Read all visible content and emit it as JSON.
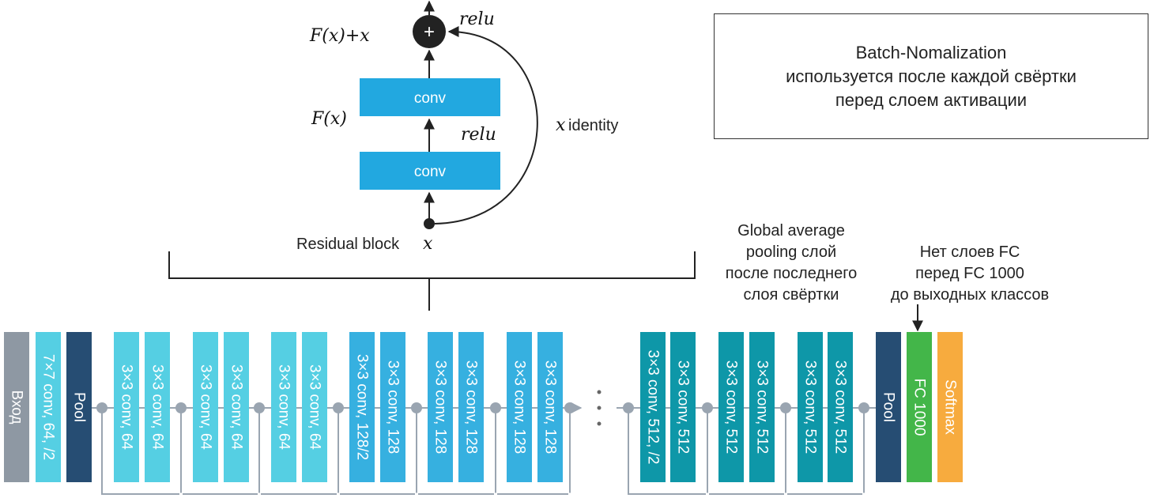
{
  "residual_block": {
    "title": "Residual block",
    "x_label": "x",
    "fx_label": "F(x)",
    "fx_plus_x_label": "F(x)+x",
    "relu_top": "relu",
    "relu_mid": "relu",
    "identity_var": "x",
    "identity_text": "identity",
    "conv_top": "conv",
    "conv_bottom": "conv",
    "plus_symbol": "+"
  },
  "note": {
    "lines": [
      "Batch-Nomalization",
      "используется после каждой свёртки",
      "перед слоем активации"
    ]
  },
  "annotations": {
    "gap": [
      "Global average",
      "pooling слой",
      "после последнего",
      "слоя свёртки"
    ],
    "fc": [
      "Нет слоев FC",
      "перед FC 1000",
      "до выходных классов"
    ]
  },
  "layers": [
    {
      "label": "Вход",
      "color": "#8e98a3",
      "text_color": "#ffffff"
    },
    {
      "label": "7×7 conv, 64, /2",
      "color": "#55cfe3",
      "text_color": "#ffffff"
    },
    {
      "label": "Pool",
      "color": "#264d73",
      "text_color": "#ffffff"
    },
    {
      "label": "3×3 conv, 64",
      "color": "#55cfe3",
      "text_color": "#ffffff"
    },
    {
      "label": "3×3 conv, 64",
      "color": "#55cfe3",
      "text_color": "#ffffff"
    },
    {
      "label": "3×3 conv, 64",
      "color": "#55cfe3",
      "text_color": "#ffffff"
    },
    {
      "label": "3×3 conv, 64",
      "color": "#55cfe3",
      "text_color": "#ffffff"
    },
    {
      "label": "3×3 conv, 64",
      "color": "#55cfe3",
      "text_color": "#ffffff"
    },
    {
      "label": "3×3 conv, 64",
      "color": "#55cfe3",
      "text_color": "#ffffff"
    },
    {
      "label": "3×3 conv, 128/2",
      "color": "#36b0e0",
      "text_color": "#ffffff"
    },
    {
      "label": "3×3 conv, 128",
      "color": "#36b0e0",
      "text_color": "#ffffff"
    },
    {
      "label": "3×3 conv, 128",
      "color": "#36b0e0",
      "text_color": "#ffffff"
    },
    {
      "label": "3×3 conv, 128",
      "color": "#36b0e0",
      "text_color": "#ffffff"
    },
    {
      "label": "3×3 conv, 128",
      "color": "#36b0e0",
      "text_color": "#ffffff"
    },
    {
      "label": "3×3 conv, 128",
      "color": "#36b0e0",
      "text_color": "#ffffff"
    },
    {
      "label": "3×3 conv, 512, /2",
      "color": "#0e97a8",
      "text_color": "#ffffff"
    },
    {
      "label": "3×3 conv, 512",
      "color": "#0e97a8",
      "text_color": "#ffffff"
    },
    {
      "label": "3×3 conv, 512",
      "color": "#0e97a8",
      "text_color": "#ffffff"
    },
    {
      "label": "3×3 conv, 512",
      "color": "#0e97a8",
      "text_color": "#ffffff"
    },
    {
      "label": "3×3 conv, 512",
      "color": "#0e97a8",
      "text_color": "#ffffff"
    },
    {
      "label": "3×3 conv, 512",
      "color": "#0e97a8",
      "text_color": "#ffffff"
    },
    {
      "label": "Pool",
      "color": "#264d73",
      "text_color": "#ffffff"
    },
    {
      "label": "FC 1000",
      "color": "#43b649",
      "text_color": "#ffffff"
    },
    {
      "label": "Softmax",
      "color": "#f7ab3e",
      "text_color": "#ffffff"
    }
  ],
  "colors": {
    "conv_block": "#22a8e0",
    "connector": "#9aa5b1",
    "line": "#222222"
  }
}
